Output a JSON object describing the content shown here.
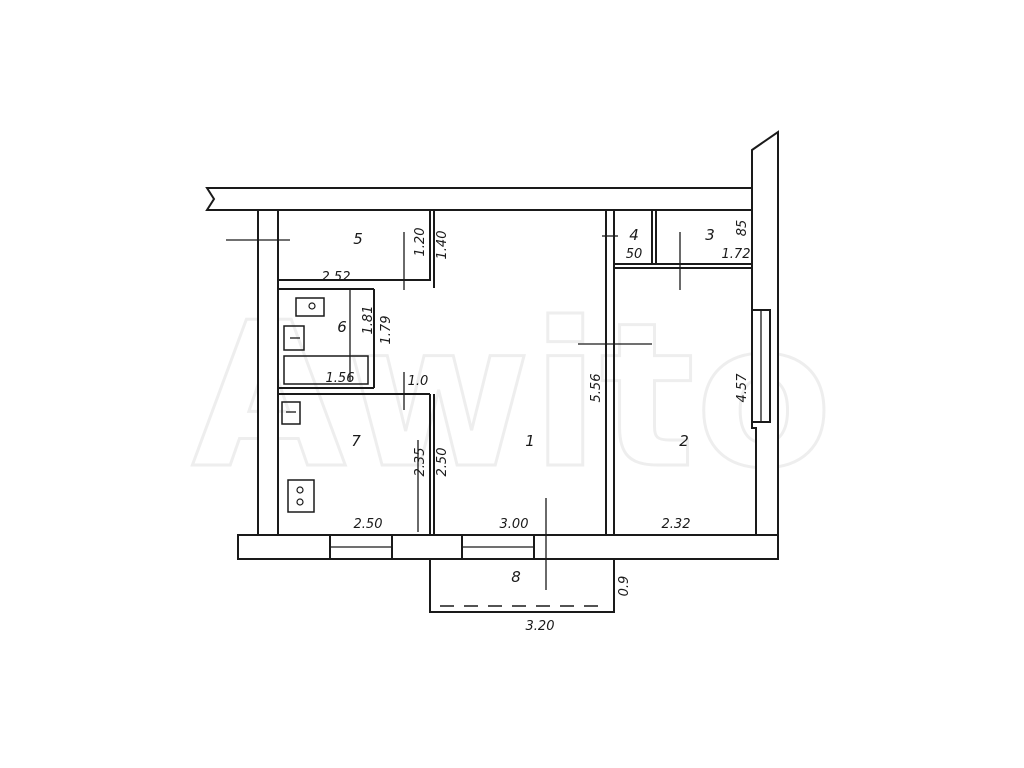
{
  "watermark": "Awito",
  "rooms": {
    "r1": "1",
    "r2": "2",
    "r3": "3",
    "r4": "4",
    "r5": "5",
    "r6": "6",
    "r7": "7",
    "r8": "8"
  },
  "dimensions": {
    "d_252": "2.52",
    "d_120": "1.20",
    "d_140": "1.40",
    "d_181": "1.81",
    "d_179": "1.79",
    "d_156": "1.56",
    "d_10": "1.0",
    "d_235": "2.35",
    "d_250v": "2.50",
    "d_556": "5.56",
    "d_457": "4.57",
    "d_250b": "2.50",
    "d_300": "3.00",
    "d_232": "2.32",
    "d_50": "50",
    "d_172": "1.72",
    "d_85": "85",
    "d_09": "0.9",
    "d_320": "3.20"
  }
}
